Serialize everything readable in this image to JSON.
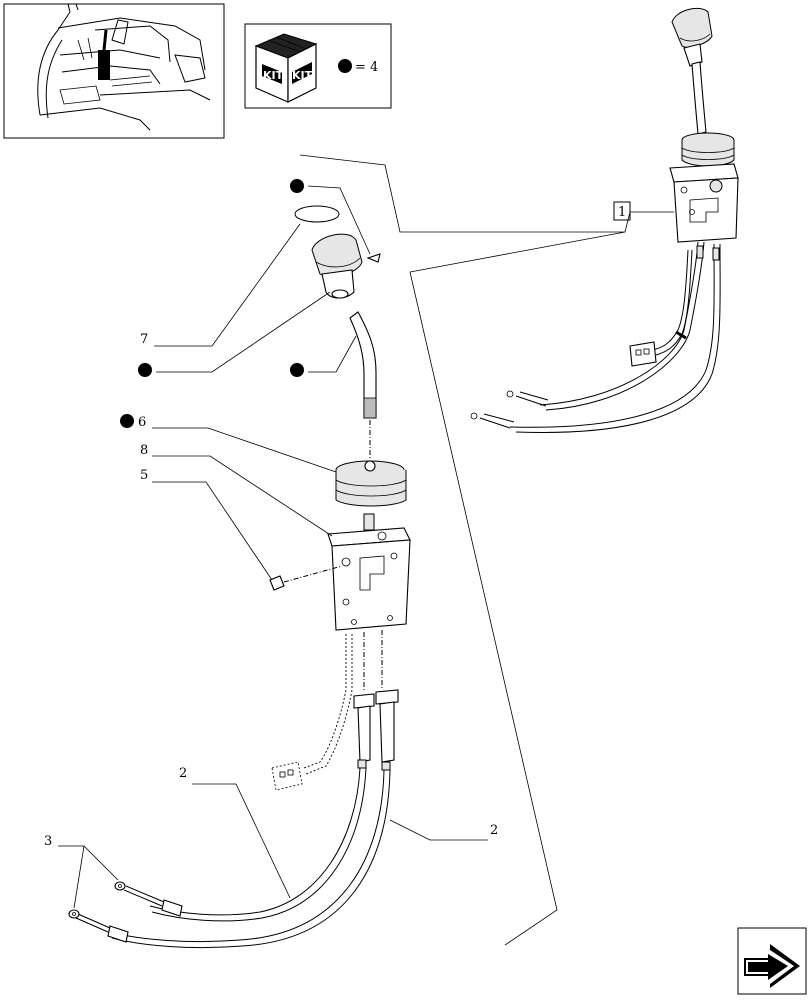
{
  "kit_box": {
    "kit_text_1": "KIT",
    "kit_text_2": "KIT",
    "equals_text": "= 4"
  },
  "callouts": {
    "item_1": "1",
    "item_2_left": "2",
    "item_2_right": "2",
    "item_3": "3",
    "item_5": "5",
    "item_6": "6",
    "item_7": "7",
    "item_8": "8"
  },
  "icons": [
    "tractor-cab-locator-icon",
    "kit-box-icon",
    "kit-bullet-icon",
    "next-page-arrow-icon"
  ]
}
